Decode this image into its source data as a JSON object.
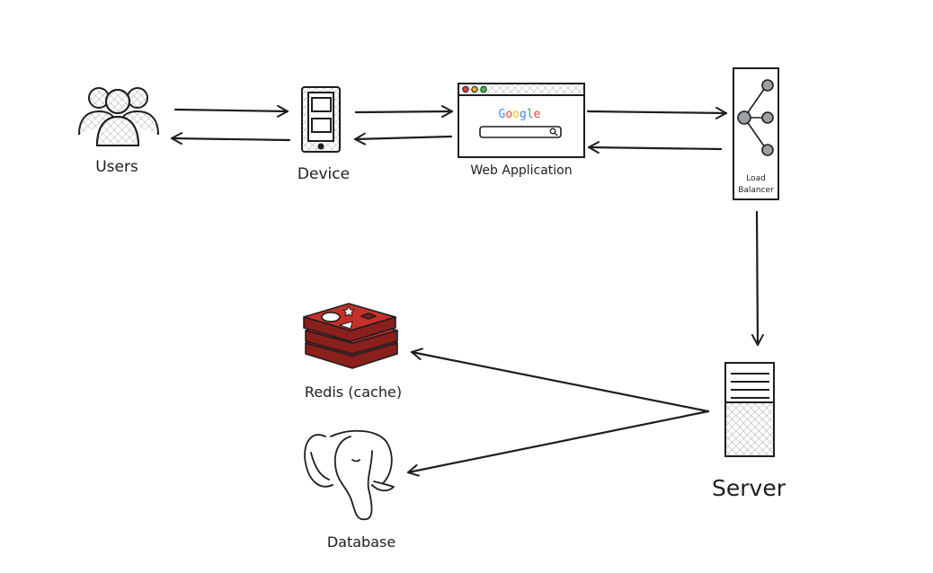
{
  "nodes": {
    "users": {
      "label": "Users",
      "icon": "users-icon"
    },
    "device": {
      "label": "Device",
      "icon": "mobile-device-icon"
    },
    "webapp": {
      "label": "Web Application",
      "icon": "browser-window-icon",
      "search_logo": "Google"
    },
    "load_balancer": {
      "label_line1": "Load",
      "label_line2": "Balancer",
      "icon": "load-balancer-icon"
    },
    "server": {
      "label": "Server",
      "icon": "server-rack-icon"
    },
    "redis": {
      "label": "Redis (cache)",
      "icon": "redis-logo-icon"
    },
    "database": {
      "label": "Database",
      "icon": "postgres-elephant-icon"
    }
  },
  "colors": {
    "stroke": "#1e1e1e",
    "redis_red": "#c6302b",
    "redis_dark": "#8a1f1b",
    "google_blue": "#4285f4",
    "google_red": "#ea4335",
    "google_yellow": "#fbbc05",
    "google_green": "#34a853",
    "dot_red": "#e0443e",
    "dot_yellow": "#f2b01e",
    "dot_green": "#3ec04a",
    "lb_node": "#9aa0a6"
  }
}
